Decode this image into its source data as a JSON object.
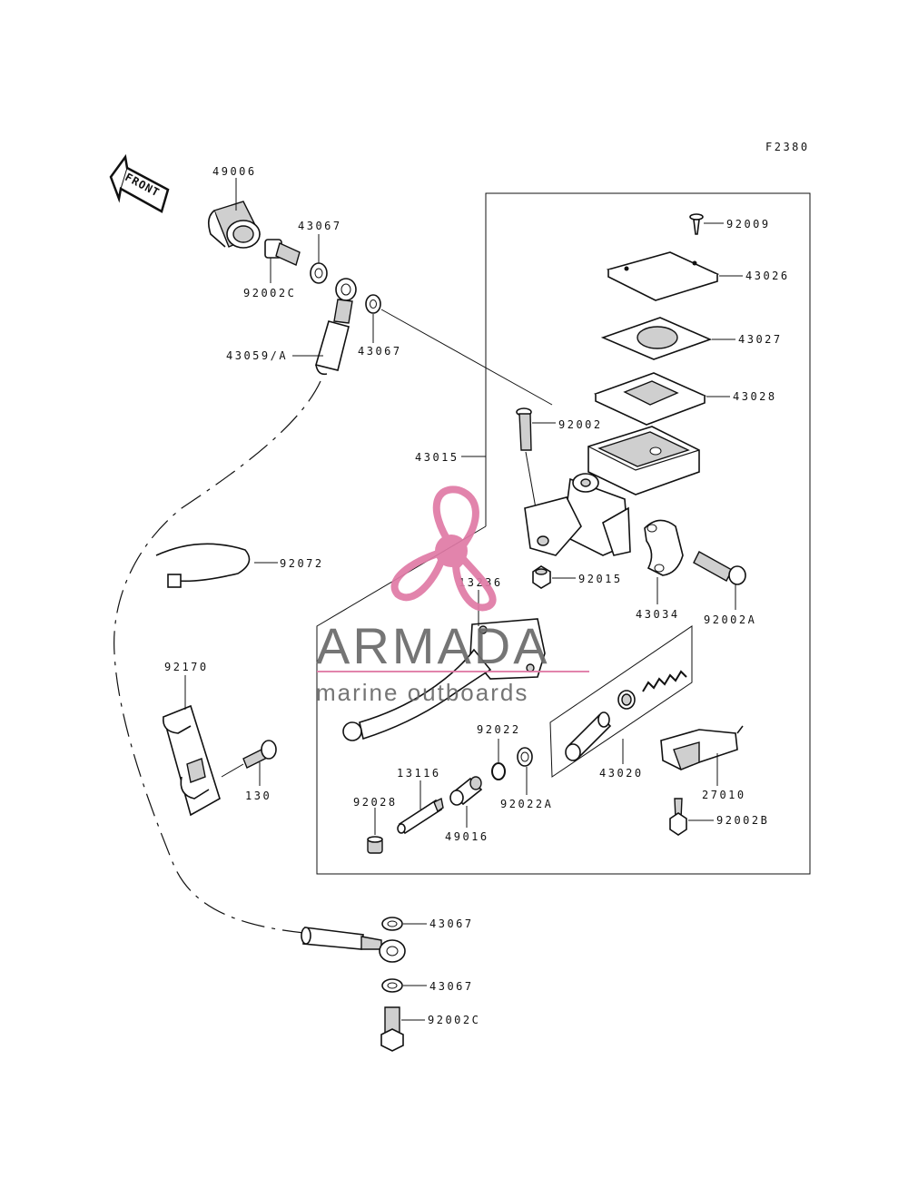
{
  "figure_code": "F2380",
  "front_label": "FRONT",
  "labels": {
    "l49006": "49006",
    "l43067a": "43067",
    "l92002c_a": "92002C",
    "l43067b": "43067",
    "l43059": "43059/A",
    "l92009": "92009",
    "l43026": "43026",
    "l43027": "43027",
    "l43028": "43028",
    "l92002": "92002",
    "l43015": "43015",
    "l92072": "92072",
    "l92015": "92015",
    "l43034": "43034",
    "l92002a": "92002A",
    "l13236": "13236",
    "l92170": "92170",
    "l130": "130",
    "l92022": "92022",
    "l92022a": "92022A",
    "l13116": "13116",
    "l92028": "92028",
    "l49016": "49016",
    "l43020": "43020",
    "l27010": "27010",
    "l92002b": "92002B",
    "l43067c": "43067",
    "l43067d": "43067",
    "l92002c_b": "92002C"
  },
  "watermark": {
    "brand": "ARMADA",
    "tagline": "marine outboards",
    "logo_color": "#e07aa6",
    "text_color": "#6a6a6a"
  }
}
